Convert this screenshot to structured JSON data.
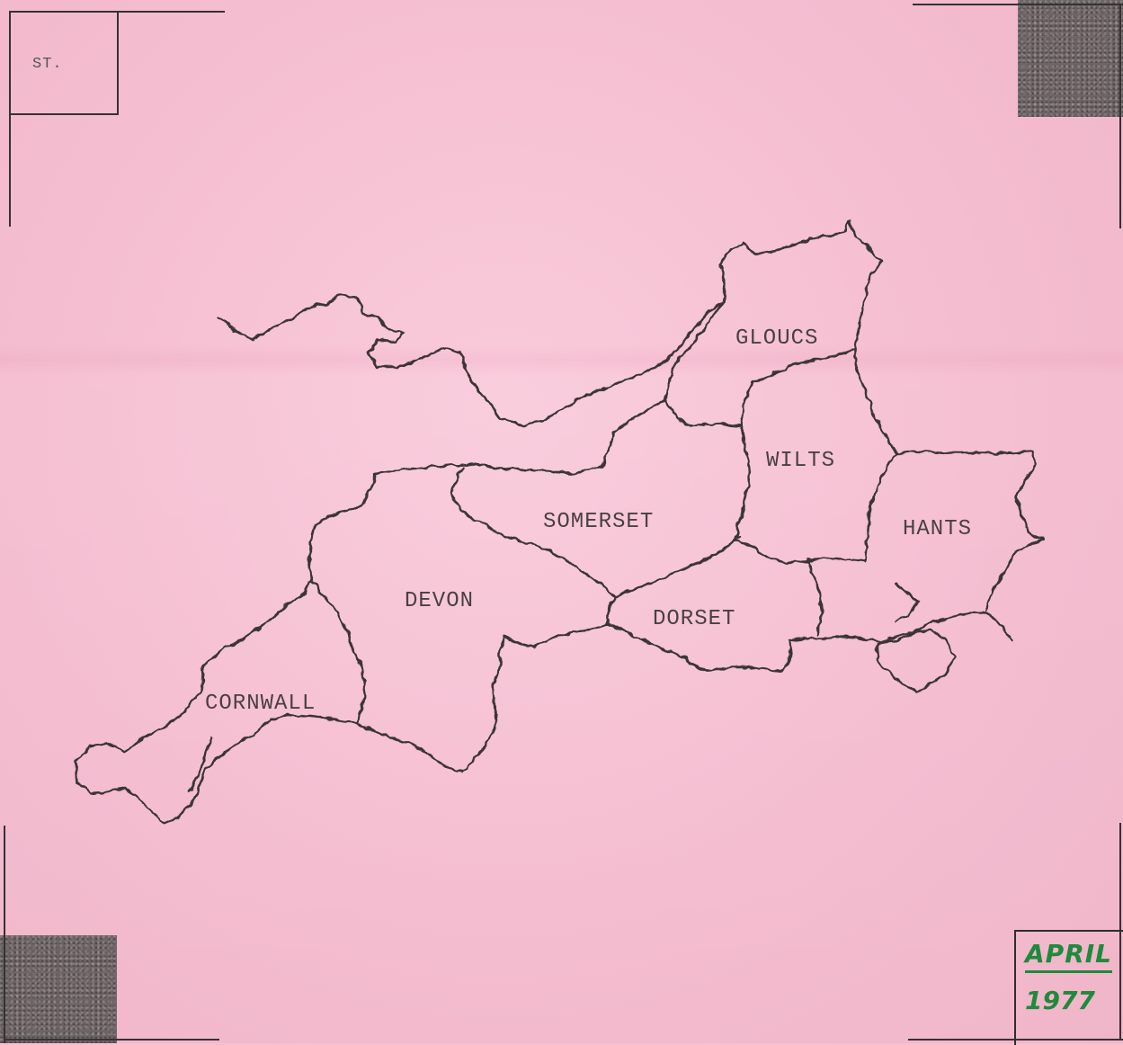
{
  "page": {
    "background_color": "#f6c0d3",
    "ink_color": "#3a3436",
    "corner_tag": "ST.",
    "date_stamp": {
      "month": "APRIL",
      "year": "1977",
      "color": "#1e8a3c"
    }
  },
  "map": {
    "regions": [
      {
        "id": "cornwall",
        "label": "CORNWALL"
      },
      {
        "id": "devon",
        "label": "DEVON"
      },
      {
        "id": "somerset",
        "label": "SOMERSET"
      },
      {
        "id": "dorset",
        "label": "DORSET"
      },
      {
        "id": "wilts",
        "label": "WILTS"
      },
      {
        "id": "hants",
        "label": "HANTS"
      },
      {
        "id": "gloucs",
        "label": "GLOUCS"
      }
    ]
  }
}
